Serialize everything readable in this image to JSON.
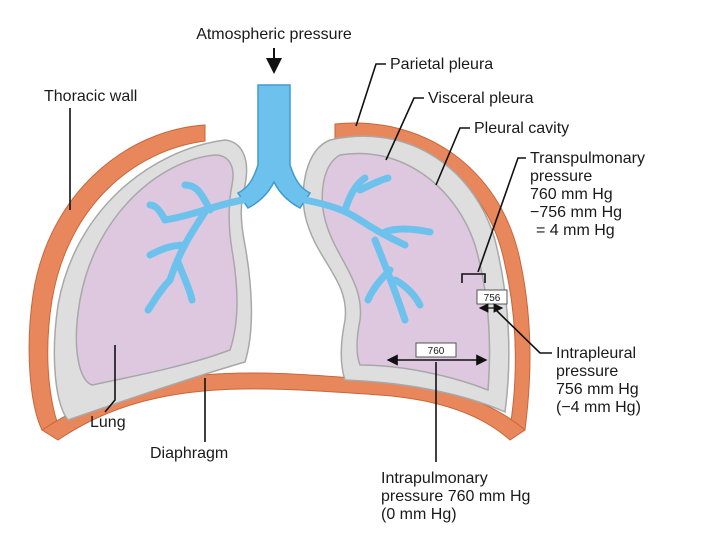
{
  "colors": {
    "chest_wall": "#e8875c",
    "chest_wall_stroke": "#c9663a",
    "pleural_cavity": "#dedede",
    "pleura_stroke": "#a8a8a8",
    "lung": "#ddc8e0",
    "airway": "#6cc2ec",
    "airway_stroke": "#3f9bcf",
    "text": "#1a1a1a"
  },
  "labels": {
    "atmospheric": "Atmospheric pressure",
    "thoracic_wall": "Thoracic wall",
    "parietal_pleura": "Parietal pleura",
    "visceral_pleura": "Visceral pleura",
    "pleural_cavity": "Pleural cavity",
    "lung": "Lung",
    "diaphragm": "Diaphragm"
  },
  "transpulmonary": {
    "lines": [
      "Transpulmonary",
      "pressure",
      "760 mm Hg",
      "−756 mm Hg",
      "= 4 mm Hg"
    ]
  },
  "intrapleural": {
    "lines": [
      "Intrapleural",
      "pressure",
      "756 mm Hg",
      "(−4 mm Hg)"
    ]
  },
  "intrapulmonary": {
    "lines": [
      "Intrapulmonary",
      "pressure 760 mm Hg",
      "(0 mm Hg)"
    ]
  },
  "measurements": {
    "intrapulmonary_value": "760",
    "intrapleural_value": "756"
  }
}
